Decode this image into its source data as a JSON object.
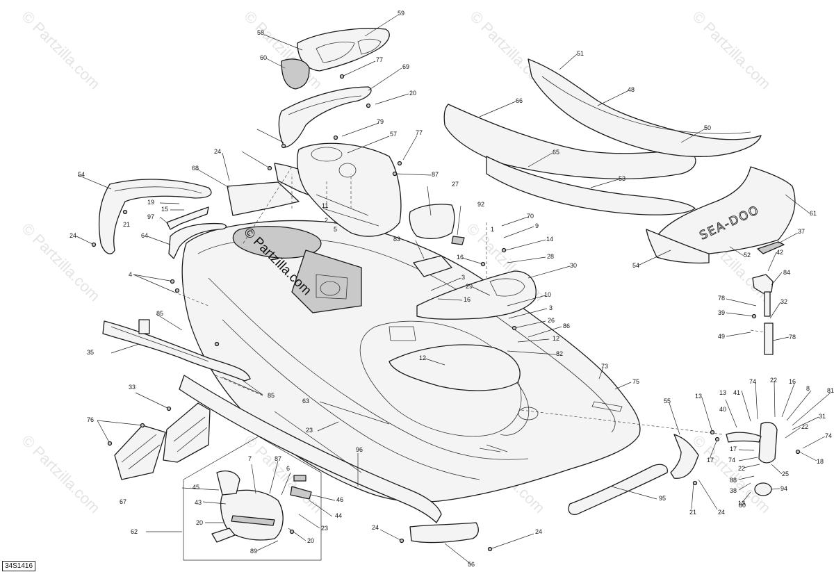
{
  "diagram": {
    "id": "34S1416",
    "watermark": "© Partzilla.com",
    "brand_logo": "SEA-DOO",
    "callouts": [
      "59",
      "58",
      "60",
      "77",
      "69",
      "20",
      "79",
      "57",
      "87",
      "77",
      "24",
      "54",
      "68",
      "19",
      "15",
      "97",
      "21",
      "64",
      "24",
      "11",
      "2",
      "5",
      "4",
      "27",
      "92",
      "83",
      "70",
      "9",
      "14",
      "16",
      "28",
      "1",
      "30",
      "3",
      "16",
      "29",
      "10",
      "3",
      "26",
      "86",
      "12",
      "82",
      "12",
      "85",
      "35",
      "33",
      "85",
      "76",
      "67",
      "63",
      "23",
      "96",
      "7",
      "87",
      "6",
      "45",
      "46",
      "43",
      "44",
      "20",
      "23",
      "62",
      "20",
      "89",
      "24",
      "56",
      "24",
      "95",
      "21",
      "24",
      "73",
      "75",
      "55",
      "13",
      "17",
      "13",
      "41",
      "40",
      "74",
      "22",
      "16",
      "8",
      "81",
      "31",
      "22",
      "74",
      "18",
      "17",
      "74",
      "22",
      "88",
      "38",
      "25",
      "13",
      "80",
      "94",
      "37",
      "42",
      "84",
      "78",
      "32",
      "39",
      "78",
      "49",
      "51",
      "48",
      "66",
      "50",
      "65",
      "53",
      "61",
      "52",
      "54"
    ]
  }
}
